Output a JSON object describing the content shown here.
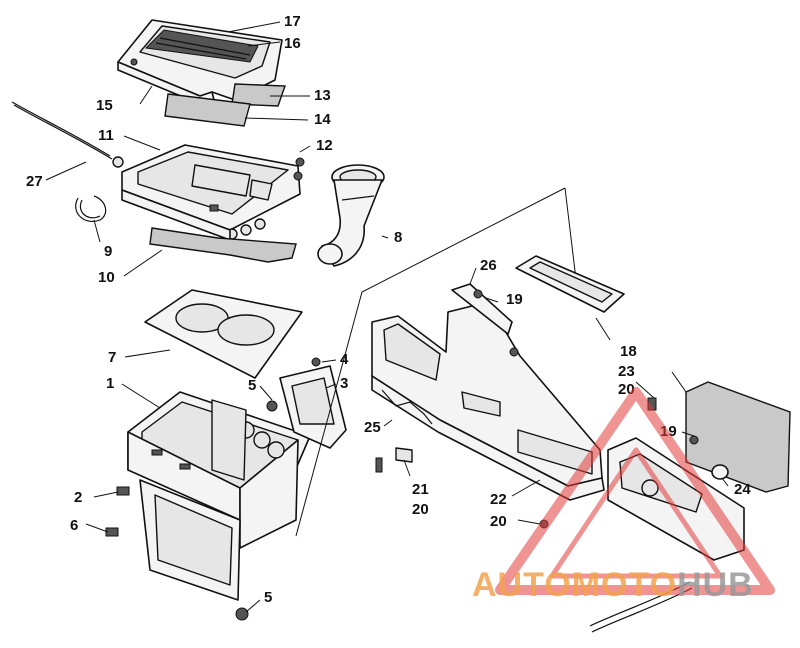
{
  "callouts": {
    "c17": "17",
    "c16": "16",
    "c15": "15",
    "c13": "13",
    "c14": "14",
    "c11": "11",
    "c12": "12",
    "c27": "27",
    "c9": "9",
    "c8": "8",
    "c10": "10",
    "c26": "26",
    "c19a": "19",
    "c18": "18",
    "c7": "7",
    "c4": "4",
    "c1": "1",
    "c5a": "5",
    "c3": "3",
    "c23": "23",
    "c20a": "20",
    "c19b": "19",
    "c25": "25",
    "c2": "2",
    "c21": "21",
    "c20b": "20",
    "c22": "22",
    "c24": "24",
    "c6": "6",
    "c20c": "20",
    "c5b": "5"
  },
  "watermark": {
    "part1": "AUTOMOTO",
    "part2": "HUB",
    "colors": {
      "orange": "#f3a24e",
      "grey": "#9a9a9a",
      "red": "#e23a3a"
    }
  }
}
